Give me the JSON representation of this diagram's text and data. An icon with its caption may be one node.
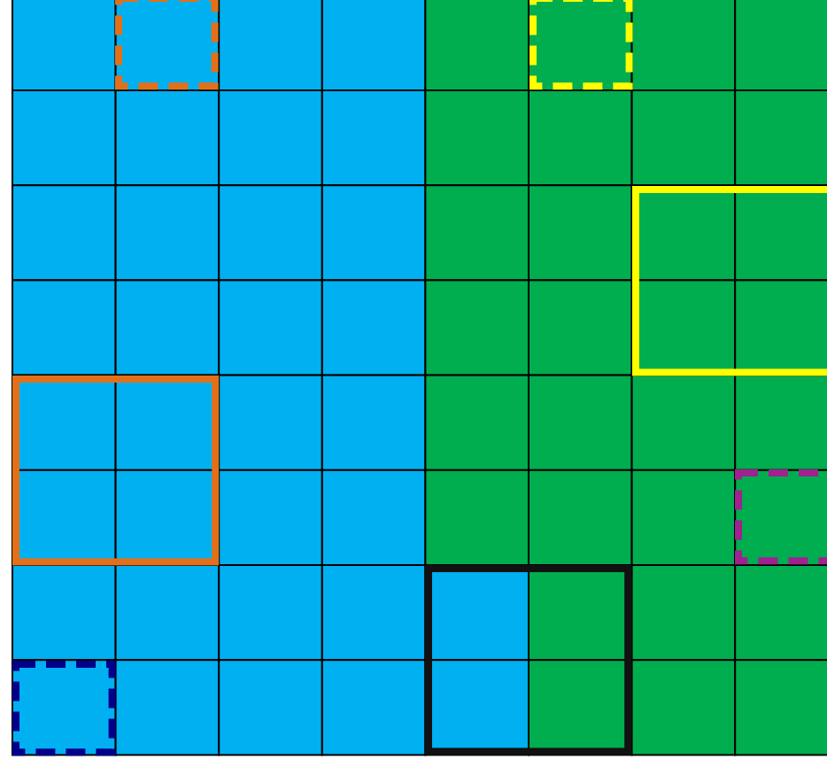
{
  "diagram": {
    "nodes": [
      {
        "text": [],
        "shape": "box"
      },
      {
        "text": [],
        "shape": "box"
      },
      {
        "text": [],
        "shape": "box"
      },
      {
        "text": [],
        "shape": "box"
      },
      {
        "text": [],
        "shape": "box"
      },
      {
        "text": [],
        "shape": "box"
      },
      {
        "text": [],
        "shape": "box"
      }
    ]
  }
}
